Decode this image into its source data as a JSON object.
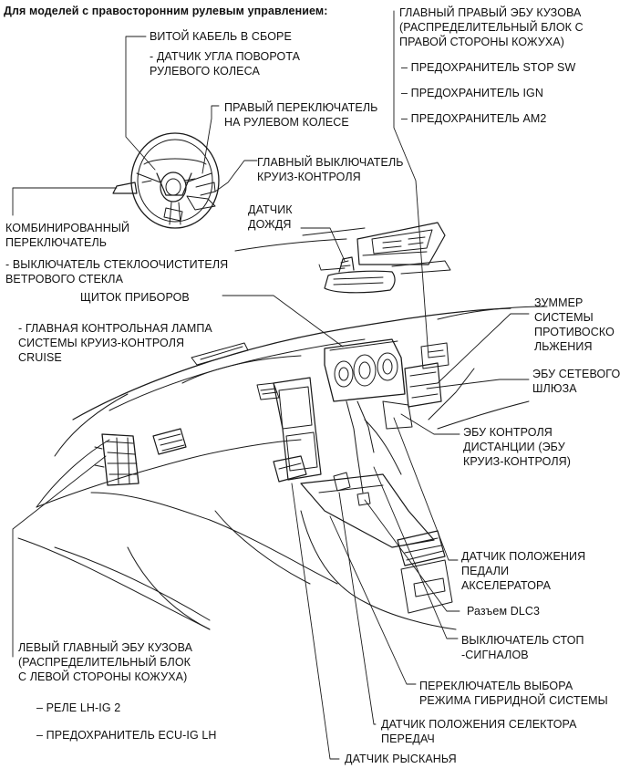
{
  "title": "Для моделей с правосторонним рулевым управлением:",
  "labels": {
    "spiral_cable": "ВИТОЙ КАБЕЛЬ В СБОРЕ",
    "steering_angle_sensor": "- ДАТЧИК УГЛА ПОВОРОТА\nРУЛЕВОГО КОЛЕСА",
    "right_steering_switch": "ПРАВЫЙ ПЕРЕКЛЮЧАТЕЛЬ\nНА РУЛЕВОМ КОЛЕСЕ",
    "cruise_main_switch": "ГЛАВНЫЙ ВЫКЛЮЧАТЕЛЬ\nКРУИЗ-КОНТРОЛЯ",
    "combination_switch": "КОМБИНИРОВАННЫЙ\nПЕРЕКЛЮЧАТЕЛЬ",
    "wiper_switch": "- ВЫКЛЮЧАТЕЛЬ СТЕКЛООЧИСТИТЕЛЯ\nВЕТРОВОГО СТЕКЛА",
    "rain_sensor": "ДАТЧИК\nДОЖДЯ",
    "combination_meter": "ЩИТОК ПРИБОРОВ",
    "cruise_indicator": "- ГЛАВНАЯ КОНТРОЛЬНАЯ ЛАМПА\nСИСТЕМЫ КРУИЗ-КОНТРОЛЯ\nCRUISE",
    "main_body_ecu_right": "ГЛАВНЫЙ ПРАВЫЙ ЭБУ КУЗОВА\n(РАСПРЕДЕЛИТЕЛЬНЫЙ БЛОК С\nПРАВОЙ СТОРОНЫ КОЖУХА)",
    "fuse_stop_sw": "– ПРЕДОХРАНИТЕЛЬ STOP SW",
    "fuse_ign": "– ПРЕДОХРАНИТЕЛЬ IGN",
    "fuse_am2": "– ПРЕДОХРАНИТЕЛЬ AM2",
    "theft_buzzer": "ЗУММЕР\nСИСТЕМЫ\nПРОТИВОСКО\nЛЬЖЕНИЯ",
    "gateway_ecu": "ЭБУ СЕТЕВОГО\nШЛЮЗА",
    "distance_control_ecu": "ЭБУ КОНТРОЛЯ\nДИСТАНЦИИ (ЭБУ\nКРУИЗ-КОНТРОЛЯ)",
    "accel_pedal_sensor": "ДАТЧИК ПОЛОЖЕНИЯ\nПЕДАЛИ\nАКСЕЛЕРАТОРА",
    "dlc3": "Разъем DLC3",
    "stop_lamp_switch": "ВЫКЛЮЧАТЕЛЬ СТОП\n-СИГНАЛОВ",
    "hybrid_mode_switch": "ПЕРЕКЛЮЧАТЕЛЬ ВЫБОРА\nРЕЖИМА ГИБРИДНОЙ СИСТЕМЫ",
    "shift_position_sensor": "ДАТЧИК ПОЛОЖЕНИЯ СЕЛЕКТОРА\nПЕРЕДАЧ",
    "yaw_rate_sensor": "ДАТЧИК РЫСКАНЬЯ",
    "main_body_ecu_left": "ЛЕВЫЙ ГЛАВНЫЙ ЭБУ КУЗОВА\n(РАСПРЕДЕЛИТЕЛЬНЫЙ БЛОК\nС ЛЕВОЙ СТОРОНЫ КОЖУХА)",
    "relay_lh_ig2": "– РЕЛЕ LH-IG 2",
    "fuse_ecu_ig_lh": "– ПРЕДОХРАНИТЕЛЬ ECU-IG LH"
  }
}
